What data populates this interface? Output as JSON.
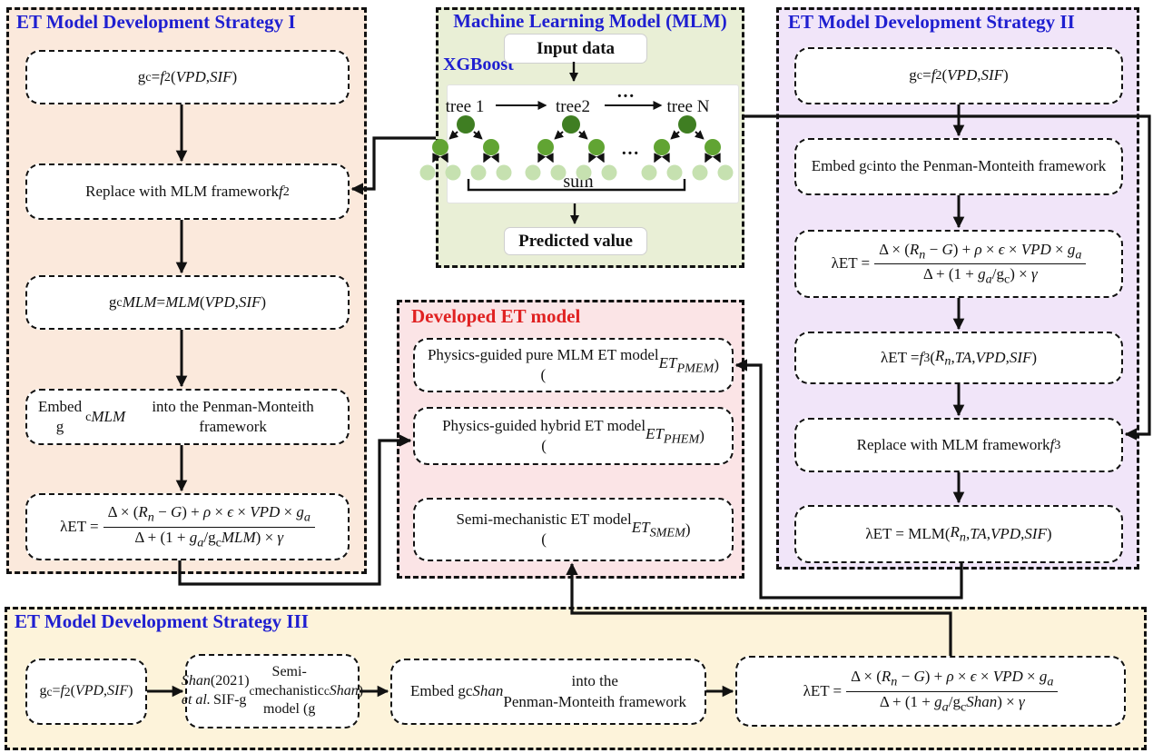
{
  "colors": {
    "blue": "#1f1fd0",
    "red": "#e02222",
    "ink": "#111111",
    "peach": "#fbe9dc",
    "green": "#e9efd6",
    "lavender": "#f1e5f9",
    "pink": "#fbe4e6",
    "cream": "#fdf3da",
    "troot": "#3f7e22",
    "tchild": "#61a433",
    "tleaf": "#c6e1b0"
  },
  "panels": {
    "strategy1": {
      "title": "ET Model Development Strategy I",
      "boxes": [
        "g<sub>c</sub> = <i>f</i><sub>2</sub>(<i>VPD</i>, <i>SIF</i>)",
        "Replace with MLM framework <i>f</i><sub>2</sub>",
        "g<sub>c</sub><i>MLM</i> = <i>MLM</i>(<i>VPD</i>, <i>SIF</i>)",
        "Embed g<sub>c</sub><i>MLM</i> into the Penman-Monteith framework",
        "λET = <span class='frac'><span class='num'>Δ × (<i>R<sub>n</sub></i> − <i>G</i>) + <i>ρ</i> × <i>ϵ</i> × <i>VPD</i> × <i>g<sub>a</sub></i></span><span class='den'>Δ + (1 + <i>g<sub>a</sub></i>/g<sub>c</sub><i>MLM</i>) × <i>γ</i></span></span>"
      ]
    },
    "mlm": {
      "title": "Machine Learning Model (MLM)",
      "algorithm": "XGBoost",
      "input_label": "Input data",
      "output_label": "Predicted value",
      "tree_labels": [
        "tree 1",
        "tree2",
        "tree N"
      ],
      "top_ellipsis": "···",
      "mid_ellipsis": "···",
      "sum_label": "sum"
    },
    "strategy2": {
      "title": "ET Model Development Strategy II",
      "boxes": [
        "g<sub>c</sub> = <i>f</i><sub>2</sub>(<i>VPD</i>, <i>SIF</i>)",
        "Embed g<sub>c</sub> into the Penman-Monteith framework",
        "λET = <span class='frac'><span class='num'>Δ × (<i>R<sub>n</sub></i> − <i>G</i>) + <i>ρ</i> × <i>ϵ</i> × <i>VPD</i> × <i>g<sub>a</sub></i></span><span class='den'>Δ + (1 + <i>g<sub>a</sub></i>/g<sub>c</sub>) × <i>γ</i></span></span>",
        "λET = <i>f</i><sub>3</sub>(<i>R<sub>n</sub></i>, <i>TA</i>, <i>VPD</i>, <i>SIF</i>)",
        "Replace with MLM framework <i>f</i><sub>3</sub>",
        "λET = MLM(<i>R<sub>n</sub></i>, <i>TA</i>, <i>VPD</i>, <i>SIF</i>)"
      ]
    },
    "developed": {
      "title": "Developed ET model",
      "boxes": [
        "Physics-guided pure MLM ET model<br>(<i>ET<sub>PMEM</sub></i>)",
        "Physics-guided hybrid ET model<br>(<i>ET<sub>PHEM</sub></i>)",
        "Semi-mechanistic ET model<br>(<i>ET<sub>SMEM</sub></i>)"
      ]
    },
    "strategy3": {
      "title": "ET Model Development Strategy III",
      "boxes": [
        "g<sub>c</sub> = <i>f</i><sub>2</sub>(<i>VPD</i>, <i>SIF</i>)",
        "<i>Shan et al.</i> (2021)<br>SIF-g<sub>c</sub> Semi-mechanistic<br>model (g<sub>c</sub><i>Shan</i>)",
        "Embed gc<i>Shan</i> into the<br>Penman-Monteith framework",
        "λET = <span class='frac'><span class='num'>Δ × (<i>R<sub>n</sub></i> − <i>G</i>) + <i>ρ</i> × <i>ϵ</i> × <i>VPD</i> × <i>g<sub>a</sub></i></span><span class='den'>Δ + (1 + <i>g<sub>a</sub></i>/g<sub>c</sub><i>Shan</i>) × <i>γ</i></span></span>"
      ]
    }
  }
}
